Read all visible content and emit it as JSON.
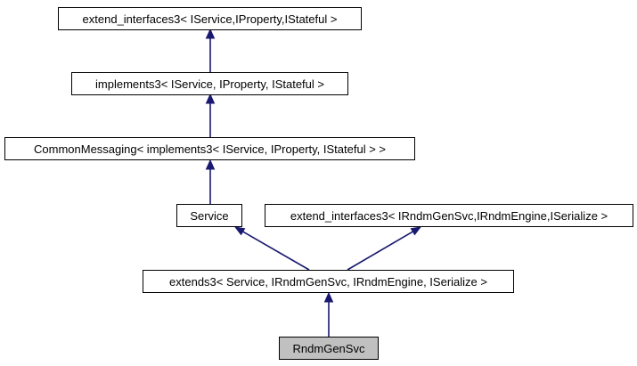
{
  "diagram": {
    "kind": "class-inheritance-graph",
    "nodes": [
      {
        "id": "extend_interfaces3_top",
        "label": "extend_interfaces3< IService,IProperty,IStateful >",
        "highlighted": false
      },
      {
        "id": "implements3",
        "label": "implements3< IService, IProperty, IStateful >",
        "highlighted": false
      },
      {
        "id": "common_messaging",
        "label": "CommonMessaging< implements3< IService, IProperty, IStateful > >",
        "highlighted": false
      },
      {
        "id": "service",
        "label": "Service",
        "highlighted": false
      },
      {
        "id": "extend_interfaces3_right",
        "label": "extend_interfaces3< IRndmGenSvc,IRndmEngine,ISerialize >",
        "highlighted": false
      },
      {
        "id": "extends3",
        "label": "extends3< Service, IRndmGenSvc, IRndmEngine, ISerialize >",
        "highlighted": false
      },
      {
        "id": "rndm_gen_svc",
        "label": "RndmGenSvc",
        "highlighted": true
      }
    ],
    "edges": [
      {
        "from": "implements3",
        "to": "extend_interfaces3_top"
      },
      {
        "from": "common_messaging",
        "to": "implements3"
      },
      {
        "from": "service",
        "to": "common_messaging"
      },
      {
        "from": "extends3",
        "to": "service"
      },
      {
        "from": "extends3",
        "to": "extend_interfaces3_right"
      },
      {
        "from": "rndm_gen_svc",
        "to": "extends3"
      }
    ],
    "colors": {
      "arrow": "#191970",
      "node_bg": "#ffffff",
      "node_border": "#000000",
      "highlight_bg": "#c0c0c0",
      "background": "#ffffff"
    }
  }
}
